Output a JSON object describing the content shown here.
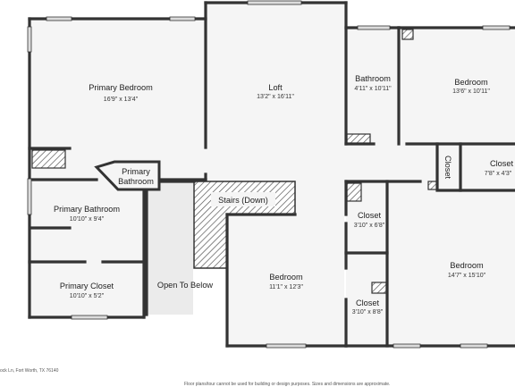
{
  "rooms": {
    "primary_bedroom": {
      "name": "Primary Bedroom",
      "dim": "16'9\" x 13'4\""
    },
    "loft": {
      "name": "Loft",
      "dim": "13'2\" x 16'11\""
    },
    "bathroom": {
      "name": "Bathroom",
      "dim": "4'11\" x 10'11\""
    },
    "bedroom_tr": {
      "name": "Bedroom",
      "dim": "13'6\" x 10'11\""
    },
    "closet_vert": {
      "name": "Closet"
    },
    "closet_r": {
      "name": "Closet",
      "dim": "7'8\" x 4'3\""
    },
    "primary_bathroom_label": {
      "name_line1": "Primary",
      "name_line2": "Bathroom"
    },
    "primary_bathroom": {
      "name": "Primary Bathroom",
      "dim": "10'10\" x 9'4\""
    },
    "stairs": {
      "name": "Stairs (Down)"
    },
    "closet_m1": {
      "name": "Closet",
      "dim": "3'10\" x 6'8\""
    },
    "primary_closet": {
      "name": "Primary Closet",
      "dim": "10'10\" x 5'2\""
    },
    "open_to_below": {
      "name": "Open To Below"
    },
    "bedroom_c": {
      "name": "Bedroom",
      "dim": "11'1\" x 12'3\""
    },
    "bedroom_br": {
      "name": "Bedroom",
      "dim": "14'7\" x 15'10\""
    },
    "closet_m2": {
      "name": "Closet",
      "dim": "3'10\" x 8'8\""
    }
  },
  "footer": {
    "address": "ock Ln, Fort Worth, TX 76140",
    "disclaimer": "Floor plans/tour cannot be used for building or design purposes. Sizes and dimensions are approximate."
  },
  "colors": {
    "wall": "#333333",
    "floor": "#f5f5f5",
    "open": "#ebebeb",
    "window": "#dcdcdc"
  }
}
